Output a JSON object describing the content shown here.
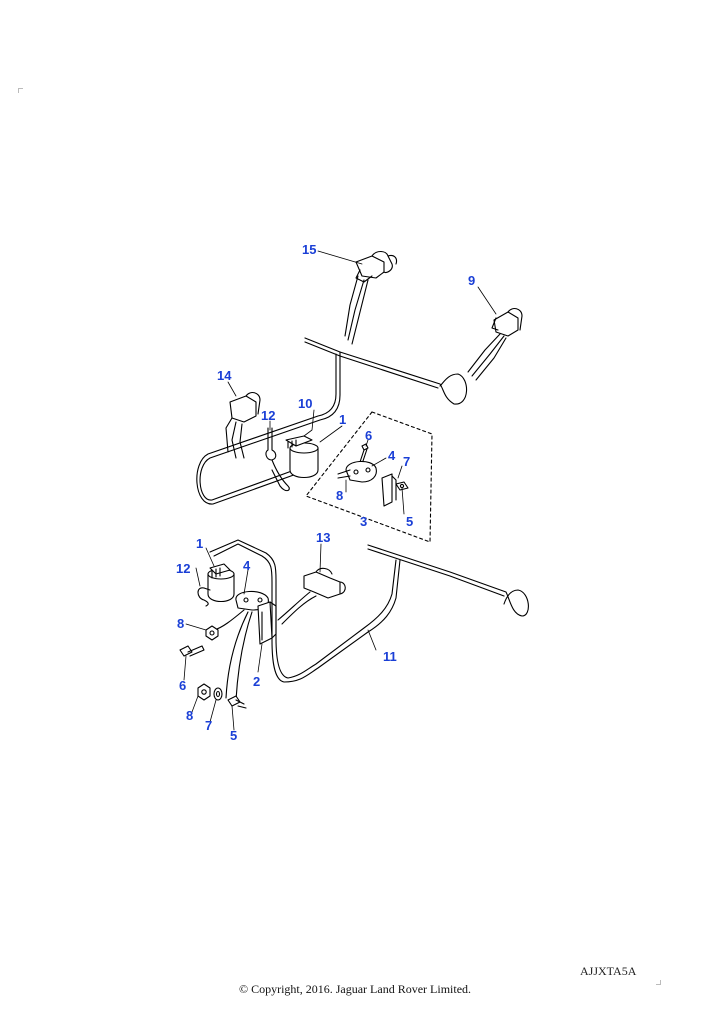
{
  "diagram": {
    "reference_code": "AJJXTA5A",
    "copyright": "© Copyright, 2016. Jaguar Land Rover Limited.",
    "callouts": [
      {
        "id": "c15",
        "label": "15"
      },
      {
        "id": "c9",
        "label": "9"
      },
      {
        "id": "c14",
        "label": "14"
      },
      {
        "id": "c12a",
        "label": "12"
      },
      {
        "id": "c10",
        "label": "10"
      },
      {
        "id": "c1a",
        "label": "1"
      },
      {
        "id": "c6a",
        "label": "6"
      },
      {
        "id": "c4a",
        "label": "4"
      },
      {
        "id": "c7a",
        "label": "7"
      },
      {
        "id": "c8a",
        "label": "8"
      },
      {
        "id": "c3",
        "label": "3"
      },
      {
        "id": "c5a",
        "label": "5"
      },
      {
        "id": "c1b",
        "label": "1"
      },
      {
        "id": "c13",
        "label": "13"
      },
      {
        "id": "c12b",
        "label": "12"
      },
      {
        "id": "c4b",
        "label": "4"
      },
      {
        "id": "c8b",
        "label": "8"
      },
      {
        "id": "c11",
        "label": "11"
      },
      {
        "id": "c6b",
        "label": "6"
      },
      {
        "id": "c2",
        "label": "2"
      },
      {
        "id": "c8c",
        "label": "8"
      },
      {
        "id": "c7b",
        "label": "7"
      },
      {
        "id": "c5b",
        "label": "5"
      }
    ],
    "colors": {
      "callout": "#1a3fd6",
      "line": "#000000",
      "background": "#ffffff"
    }
  }
}
